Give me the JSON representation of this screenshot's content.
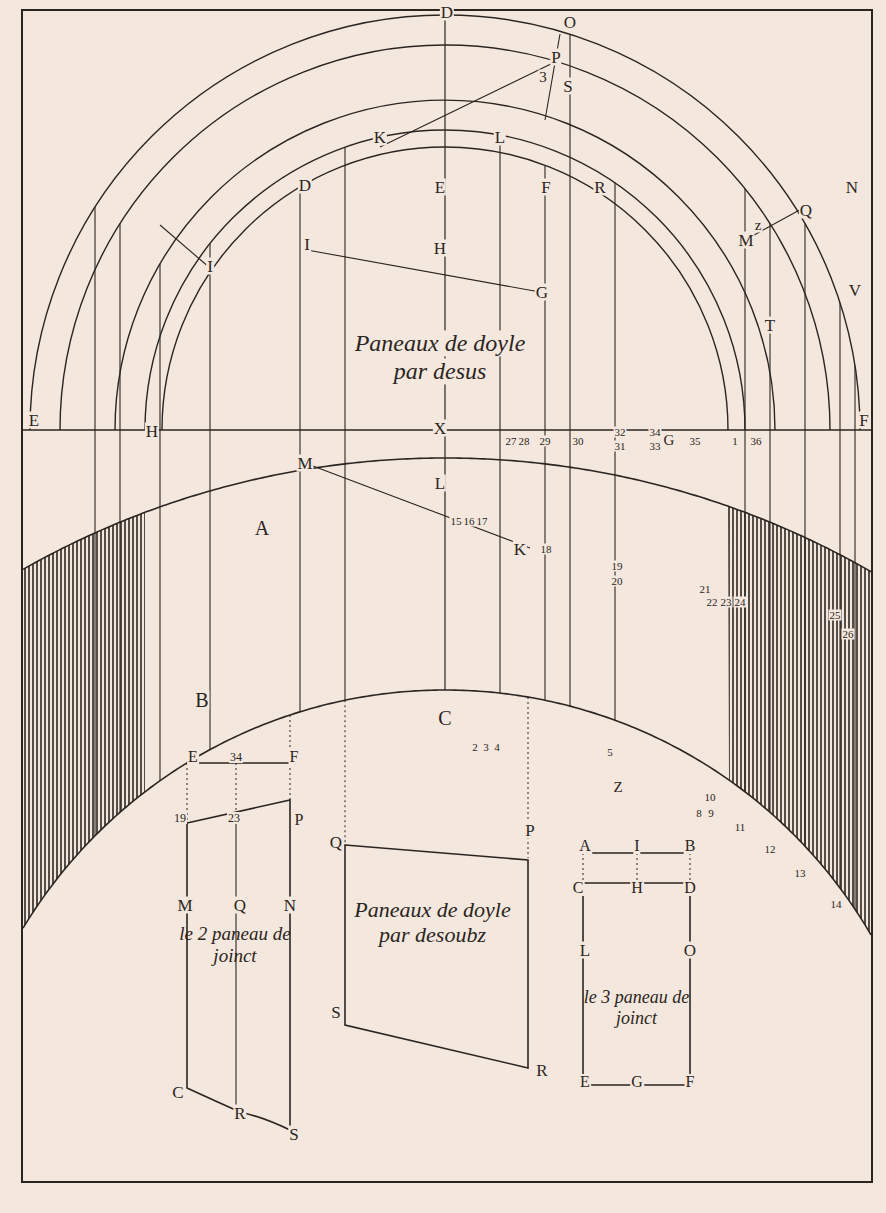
{
  "diagram": {
    "nodes": [
      {
        "text": [
          "le 2 paneau de joinct"
        ]
      },
      {
        "text": [
          "Paneaux de doyle par desoubz"
        ]
      },
      {
        "text": [
          "le 3 paneau de joinct"
        ]
      }
    ],
    "labels": [
      "D",
      "O",
      "P",
      "3",
      "S",
      "K",
      "L",
      "D",
      "E",
      "F",
      "R",
      "N",
      "Q",
      "z",
      "M",
      "I",
      "H",
      "I",
      "G",
      "T",
      "V",
      "Paneaux de doyle par desus",
      "E",
      "H",
      "X",
      "27",
      "28",
      "29",
      "30",
      "32",
      "31",
      "34",
      "33",
      "G",
      "35",
      "1",
      "36",
      "F",
      "M",
      "L",
      "15",
      "16",
      "17",
      "K",
      "A",
      "18",
      "19",
      "20",
      "21",
      "22",
      "23",
      "24",
      "25",
      "26",
      "B",
      "C",
      "2",
      "3",
      "4",
      "5",
      "Z",
      "10",
      "8",
      "9",
      "11",
      "12",
      "13",
      "14",
      "E",
      "34",
      "F",
      "19",
      "23",
      "P",
      "M",
      "Q",
      "N",
      "C",
      "R",
      "S",
      "Q",
      "P",
      "S",
      "R",
      "A",
      "I",
      "B",
      "C",
      "H",
      "D",
      "L",
      "O",
      "E",
      "G",
      "F"
    ]
  }
}
